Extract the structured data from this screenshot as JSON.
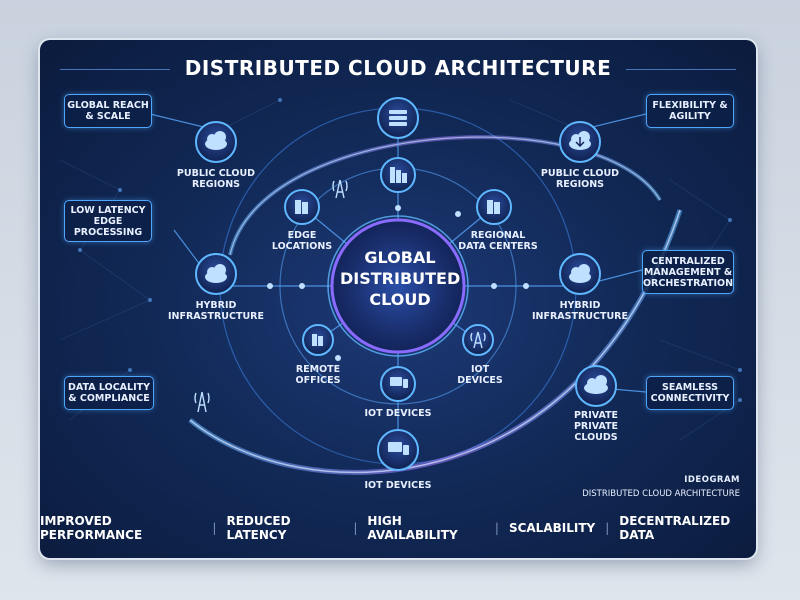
{
  "title": "DISTRIBUTED CLOUD ARCHITECTURE",
  "hub": {
    "line1": "GLOBAL",
    "line2": "DISTRIBUTED",
    "line3": "CLOUD"
  },
  "side_boxes": {
    "global_reach": "GLOBAL REACH & SCALE",
    "low_latency": "LOW LATENCY EDGE PROCESSING",
    "data_locality": "DATA LOCALITY & COMPLIANCE",
    "flexibility": "FLEXIBILITY & AGILITY",
    "centralized": "CENTRALIZED MANAGEMENT & ORCHESTRATION",
    "seamless": "SEAMLESS CONNECTIVITY"
  },
  "nodes": {
    "public_cloud_left": "PUBLIC CLOUD REGIONS",
    "public_cloud_right": "PUBLIC CLOUD REGIONS",
    "edge_locations": "EDGE LOCATIONS",
    "regional_data_centers": "REGIONAL DATA CENTERS",
    "hybrid_left": "HYBRID INFRASTRUCTURE",
    "hybrid_right": "HYBRID INFRASTRUCTURE",
    "remote_offices": "REMOTE OFFICES",
    "iot_devices_small": "IOT DEVICES",
    "iot_devices_center": "IOT DEVICES",
    "iot_devices_bottom": "IOT DEVICES",
    "private_clouds": "PRIVATE PRIVATE CLOUDS"
  },
  "brand": {
    "name": "IDEOGRAM",
    "caption": "DISTRIBUTED CLOUD ARCHITECTURE"
  },
  "footer": [
    "IMPROVED PERFORMANCE",
    "REDUCED LATENCY",
    "HIGH AVAILABILITY",
    "SCALABILITY",
    "DECENTRALIZED DATA"
  ],
  "colors": {
    "accent": "#4fa6ff",
    "glow": "#8a6bff",
    "bg": "#0b1b3d"
  },
  "icons": {
    "server_rack": "server-rack-icon",
    "cloud": "cloud-icon",
    "cloud_download": "cloud-download-icon",
    "cell_tower": "cell-tower-icon",
    "building": "building-icon",
    "devices": "devices-icon"
  }
}
